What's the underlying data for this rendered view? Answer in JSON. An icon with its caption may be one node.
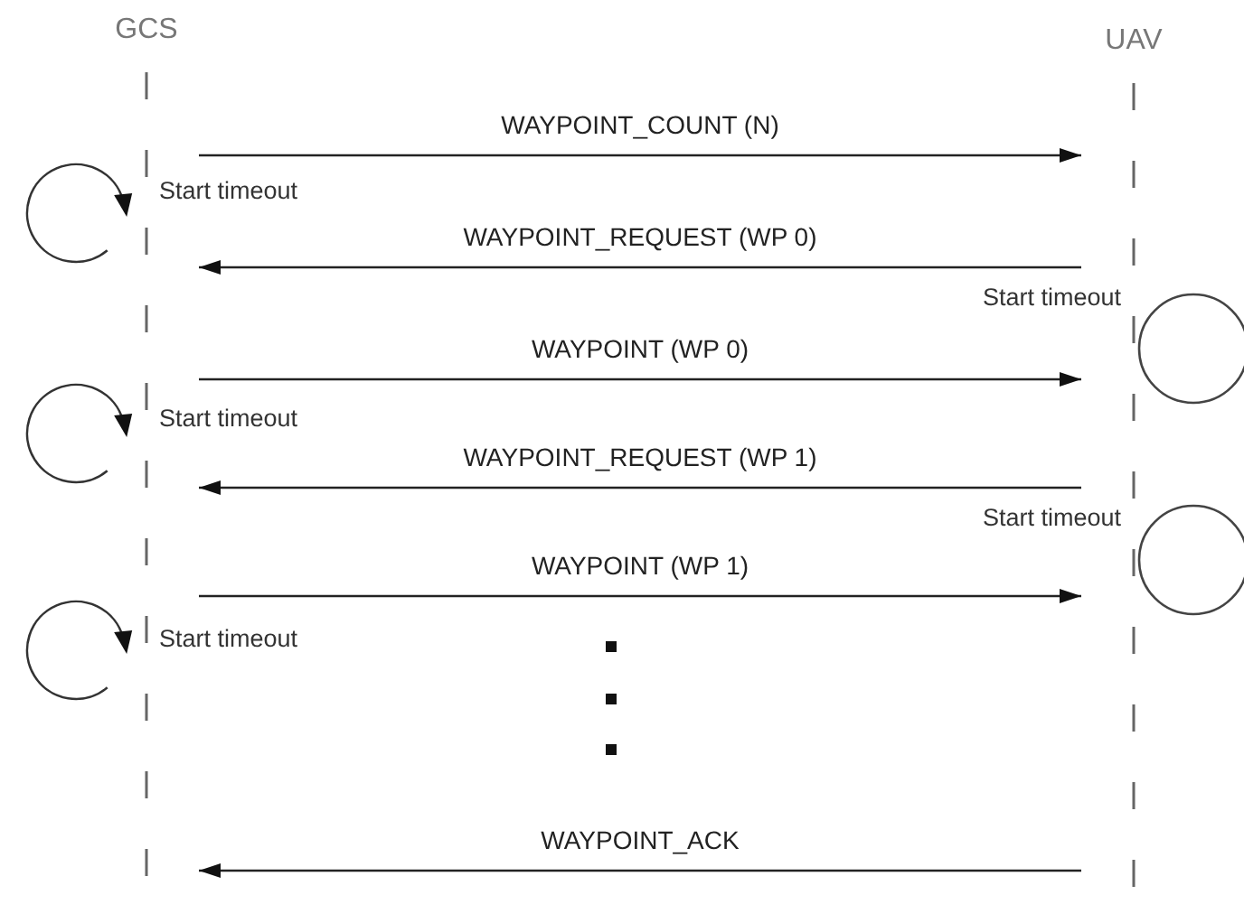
{
  "diagram": {
    "nodes": [
      {
        "text": [
          "GCS"
        ]
      },
      {
        "text": [
          "UAV"
        ]
      }
    ],
    "edges": [
      {
        "from": 0,
        "to": 1,
        "arrow": "to",
        "label": "WAYPOINT_COUNT (N)"
      },
      {
        "from": 1,
        "to": 0,
        "arrow": "to",
        "label": "WAYPOINT_REQUEST (WP 0)"
      },
      {
        "from": 0,
        "to": 1,
        "arrow": "to",
        "label": "WAYPOINT (WP 0)"
      },
      {
        "from": 1,
        "to": 0,
        "arrow": "to",
        "label": "WAYPOINT_REQUEST (WP 1)"
      },
      {
        "from": 0,
        "to": 1,
        "arrow": "to",
        "label": "WAYPOINT (WP 1)"
      },
      {
        "from": 1,
        "to": 0,
        "arrow": "to",
        "label": "WAYPOINT_ACK"
      }
    ],
    "labels": [
      "Start timeout",
      "Start timeout",
      "Start timeout",
      "Start timeout",
      "Start timeout"
    ]
  }
}
